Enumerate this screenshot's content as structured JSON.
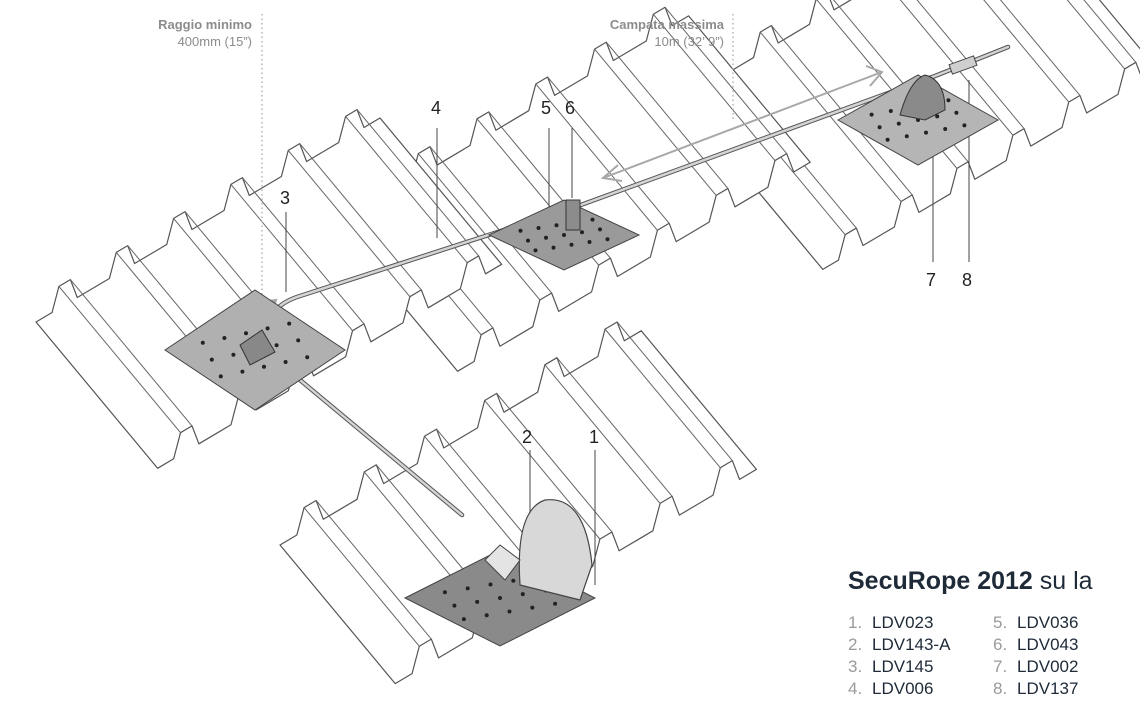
{
  "annotations": {
    "min_radius_title": "Raggio minimo",
    "min_radius_value": "400mm (15”)",
    "max_span_title": "Campata massima",
    "max_span_value": "10m (32’ 9”)"
  },
  "callouts": [
    "1",
    "2",
    "3",
    "4",
    "5",
    "6",
    "7",
    "8"
  ],
  "heading": {
    "strong": "SecuRope 2012",
    "rest": " su la"
  },
  "parts": [
    {
      "num": "1.",
      "code": "LDV023"
    },
    {
      "num": "2.",
      "code": "LDV143-A"
    },
    {
      "num": "3.",
      "code": "LDV145"
    },
    {
      "num": "4.",
      "code": "LDV006"
    },
    {
      "num": "5.",
      "code": "LDV036"
    },
    {
      "num": "6.",
      "code": "LDV043"
    },
    {
      "num": "7.",
      "code": "LDV002"
    },
    {
      "num": "8.",
      "code": "LDV137"
    }
  ]
}
